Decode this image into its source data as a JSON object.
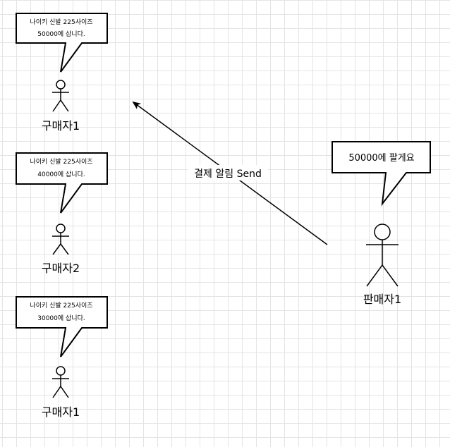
{
  "buyers": [
    {
      "bubble_line1": "나이키 신발 225사이즈",
      "bubble_line2": "50000에 삽니다.",
      "label": "구매자1"
    },
    {
      "bubble_line1": "나이키 신발 225사이즈",
      "bubble_line2": "40000에 삽니다.",
      "label": "구매자2"
    },
    {
      "bubble_line1": "나이키 신발 225사이즈",
      "bubble_line2": "30000에 삽니다.",
      "label": "구매자1"
    }
  ],
  "seller": {
    "bubble": "50000에 팔게요",
    "label": "판매자1"
  },
  "edge": {
    "label": "결제 알림 Send"
  }
}
